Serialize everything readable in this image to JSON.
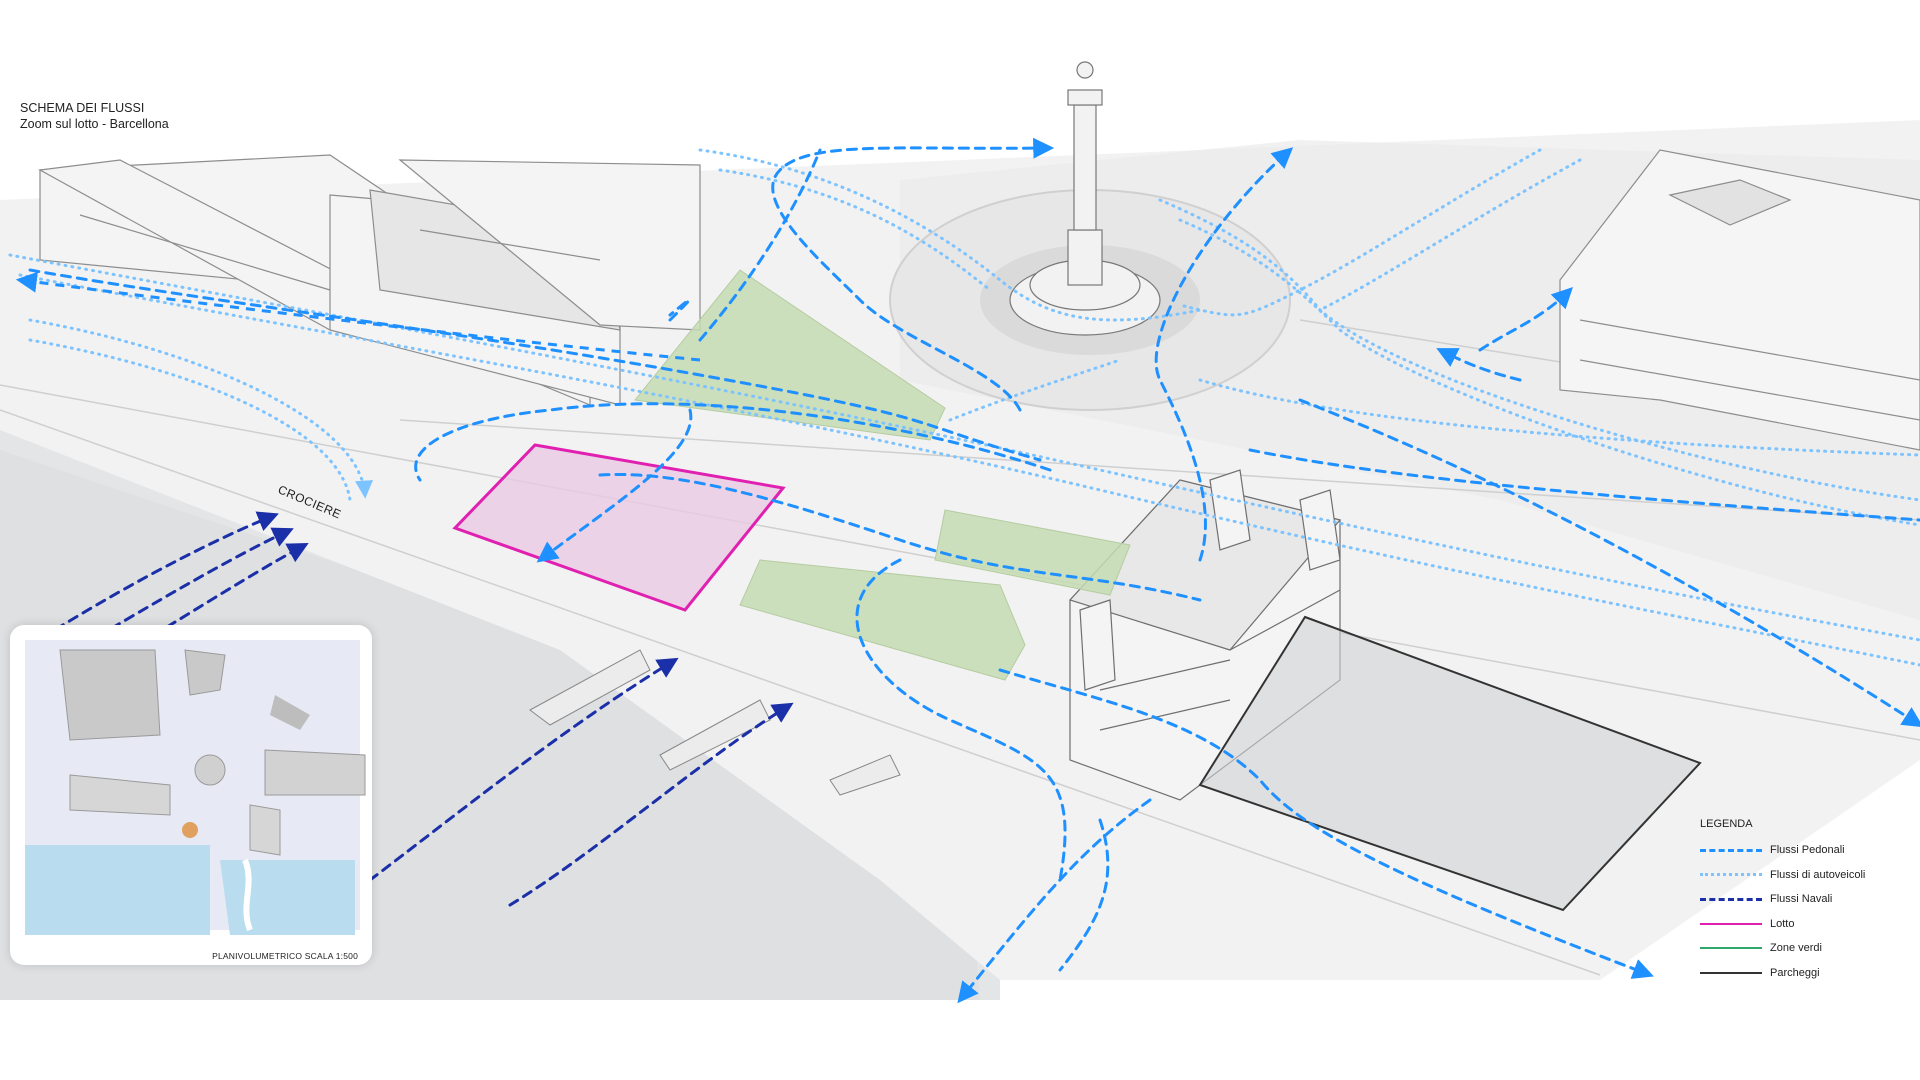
{
  "header": {
    "title": "SCHEMA DEI FLUSSI",
    "subtitle": "Zoom sul lotto - Barcellona"
  },
  "labels": {
    "cruise": "CROCIERE"
  },
  "inset": {
    "caption": "PLANIVOLUMETRICO SCALA 1:500"
  },
  "legend": {
    "title": "LEGENDA",
    "items": [
      {
        "label": "Flussi Pedonali",
        "color": "#1e90ff",
        "style": "dashed"
      },
      {
        "label": "Flussi di autoveicoli",
        "color": "#7cc3ff",
        "style": "dotted"
      },
      {
        "label": "Flussi Navali",
        "color": "#1a2fa8",
        "style": "dashed"
      },
      {
        "label": "Lotto",
        "color": "#e020b0",
        "style": "solid"
      },
      {
        "label": "Zone verdi",
        "color": "#2ea86a",
        "style": "solid"
      },
      {
        "label": "Parcheggi",
        "color": "#333333",
        "style": "solid"
      }
    ]
  },
  "colors": {
    "pedestrian": "#1e90ff",
    "vehicle": "#7cc3ff",
    "naval": "#1a2fa8",
    "lot": "#e020b0",
    "green": "#2ea86a",
    "parking": "#333333",
    "water": "#b9dcef"
  }
}
